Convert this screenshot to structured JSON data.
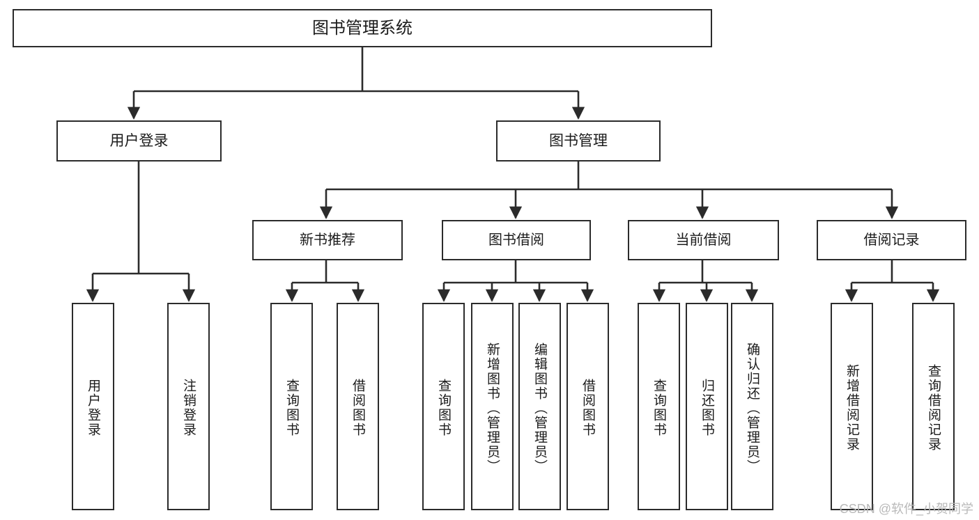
{
  "diagram": {
    "title": "图书管理系统",
    "type": "tree-hierarchy-chart",
    "root": {
      "label": "图书管理系统"
    },
    "level2": [
      {
        "label": "用户登录"
      },
      {
        "label": "图书管理"
      }
    ],
    "level3": [
      {
        "label": "新书推荐"
      },
      {
        "label": "图书借阅"
      },
      {
        "label": "当前借阅"
      },
      {
        "label": "借阅记录"
      }
    ],
    "leaves": {
      "user_login": [
        {
          "label": "用户登录"
        },
        {
          "label": "注销登录"
        }
      ],
      "new_book_recommend": [
        {
          "label": "查询图书"
        },
        {
          "label": "借阅图书"
        }
      ],
      "book_borrow": [
        {
          "label": "查询图书"
        },
        {
          "label": "新增图书（管理员）"
        },
        {
          "label": "编辑图书（管理员）"
        },
        {
          "label": "借阅图书"
        }
      ],
      "current_borrow": [
        {
          "label": "查询图书"
        },
        {
          "label": "归还图书"
        },
        {
          "label": "确认归还（管理员）"
        }
      ],
      "borrow_record": [
        {
          "label": "新增借阅记录"
        },
        {
          "label": "查询借阅记录"
        }
      ]
    }
  },
  "watermark": {
    "text": "CSDN @软件_小贺同学"
  },
  "colors": {
    "stroke": "#2b2b2b",
    "box_fill": "#ffffff",
    "text": "#1b1b1b",
    "watermark": "#b9b9b9",
    "background": "#ffffff"
  }
}
